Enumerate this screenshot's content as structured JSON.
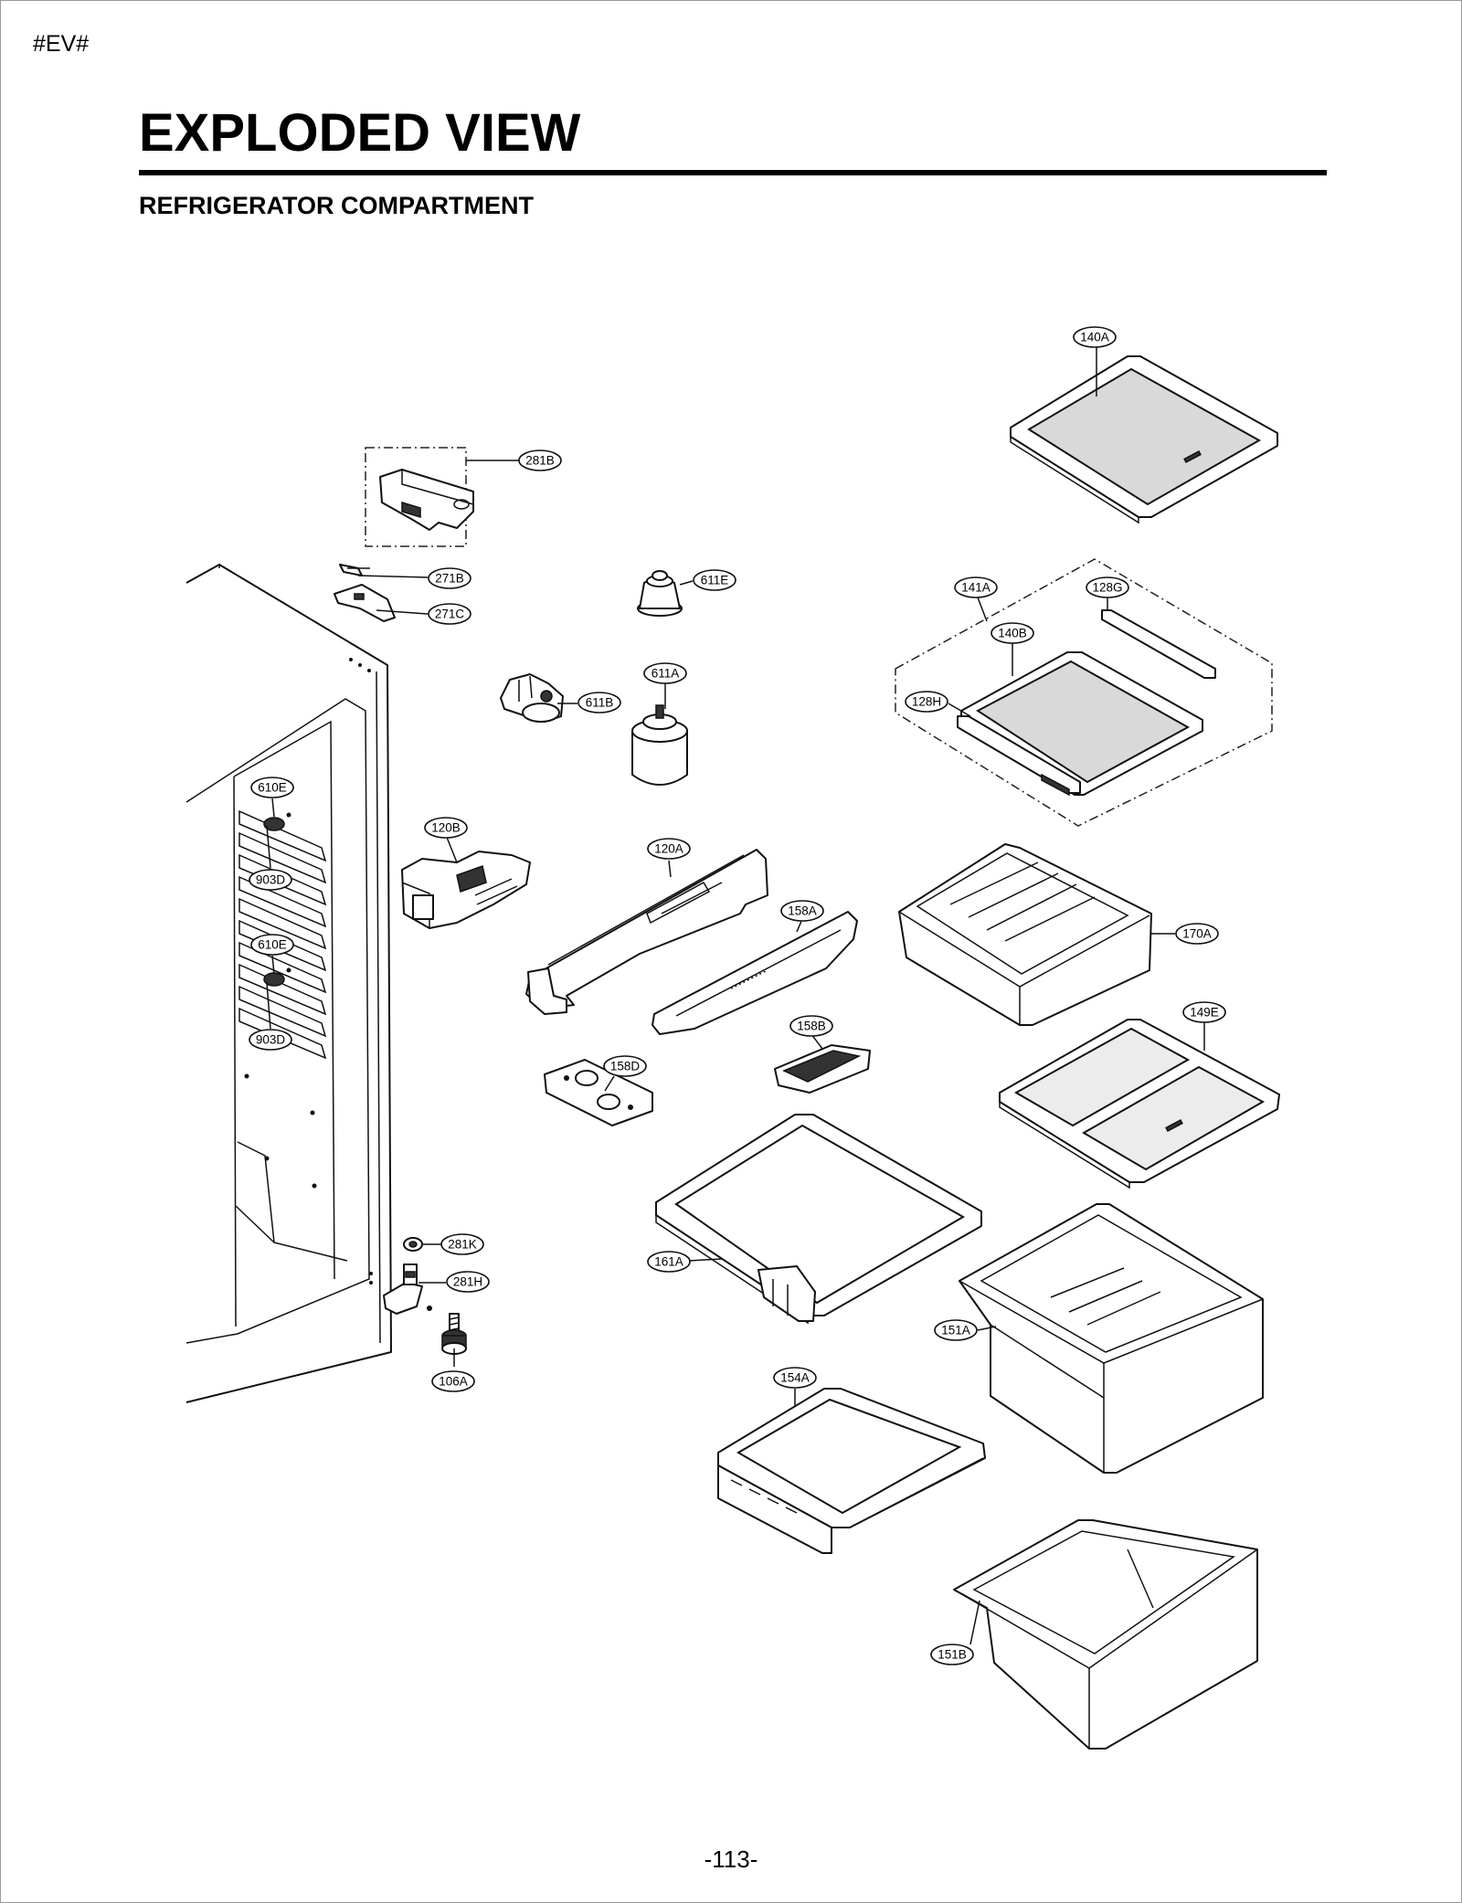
{
  "header": {
    "tag": "#EV#",
    "title": "EXPLODED VIEW",
    "subtitle": "REFRIGERATOR COMPARTMENT"
  },
  "footer": {
    "page_number": "-113-"
  },
  "callouts": [
    "140A",
    "281B",
    "271B",
    "271C",
    "611E",
    "141A",
    "128G",
    "140B",
    "128H",
    "611A",
    "611B",
    "610E",
    "903D",
    "610E",
    "903D",
    "120B",
    "120A",
    "158A",
    "170A",
    "149E",
    "158B",
    "158D",
    "281K",
    "281H",
    "161A",
    "106A",
    "151A",
    "154A",
    "151B"
  ]
}
